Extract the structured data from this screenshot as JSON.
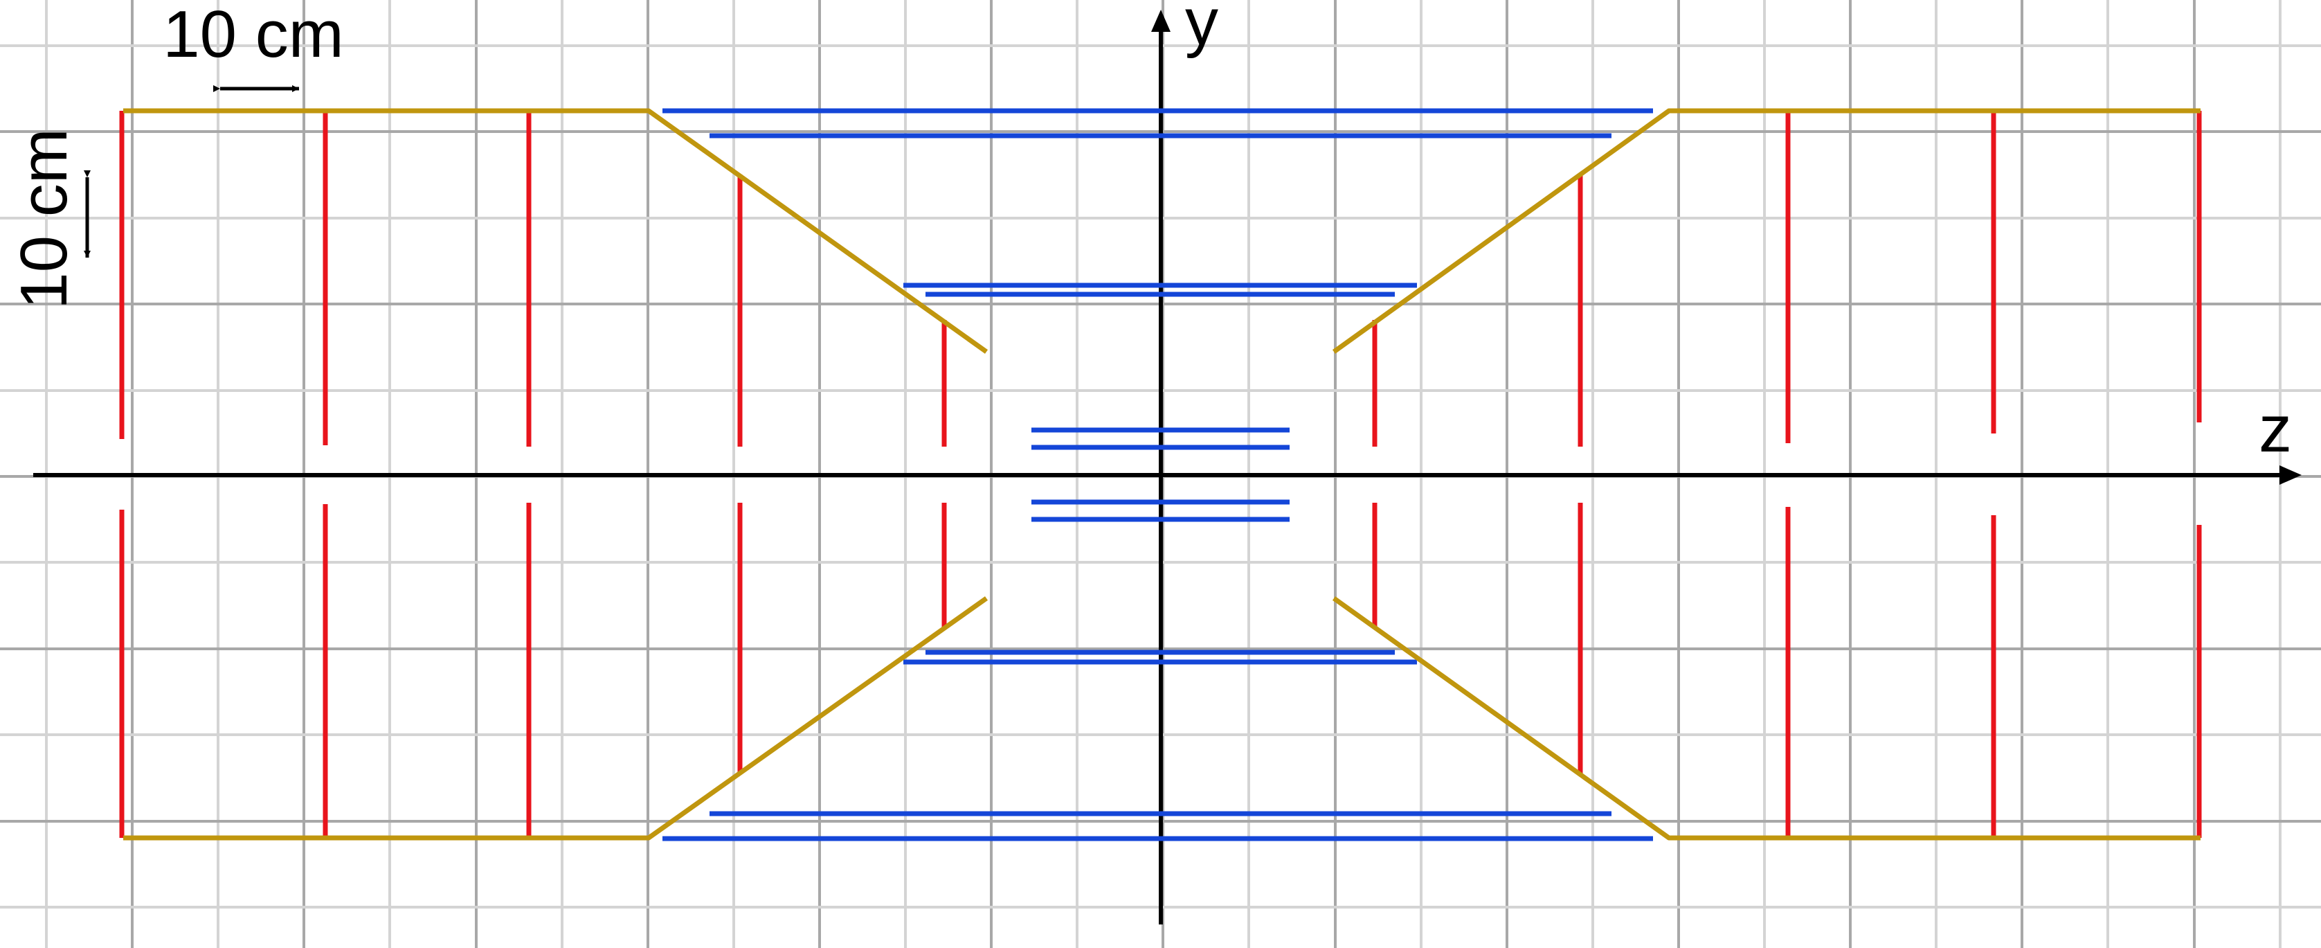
{
  "labels": {
    "y_axis": "y",
    "z_axis": "z",
    "scale_horizontal": "10 cm",
    "scale_vertical": "10 cm"
  },
  "colors": {
    "grid_minor": "#d6d6d6",
    "grid_major": "#a6a6a6",
    "axis": "#000000",
    "blue": "#1446d8",
    "red": "#e8141c",
    "gold": "#c0960e"
  }
}
